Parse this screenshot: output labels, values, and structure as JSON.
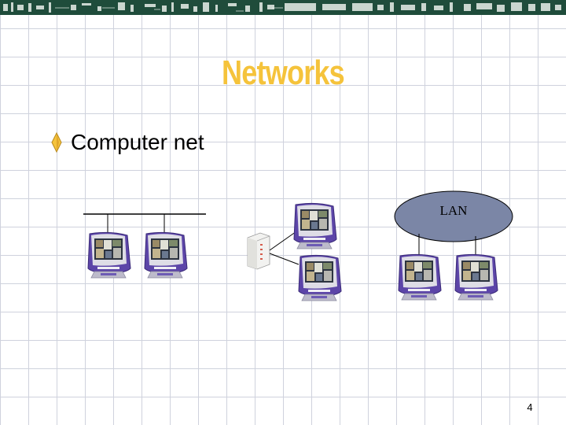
{
  "slide": {
    "title": "Networks",
    "bullet": "Computer net",
    "lan_label": "LAN",
    "page_number": "4"
  },
  "colors": {
    "title": "#f5c33b",
    "banner": "#1f4c3b",
    "bullet": "#f5c33b",
    "monitor_case": "#6a4fb2",
    "grid": "#cfd2dd"
  },
  "icons": {
    "computer": "imac-computer-icon",
    "hub": "network-hub-icon",
    "bullet": "diamond-bullet-icon"
  }
}
